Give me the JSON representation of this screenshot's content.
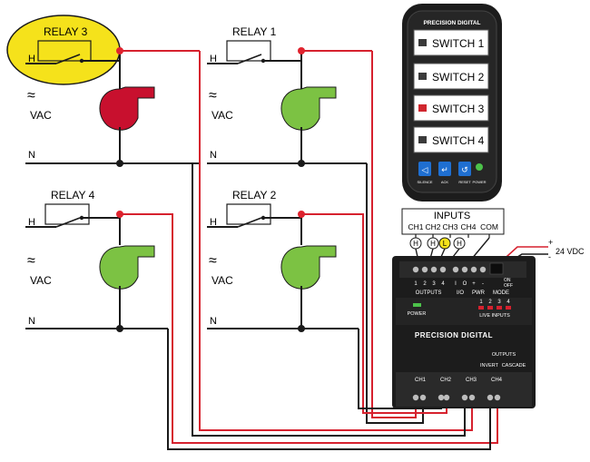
{
  "relays": [
    {
      "name": "RELAY 3",
      "line": "H",
      "neutral": "N",
      "supply": "VAC",
      "fan_color": "#c8102e",
      "highlight": "#f5e21b"
    },
    {
      "name": "RELAY 1",
      "line": "H",
      "neutral": "N",
      "supply": "VAC",
      "fan_color": "#7cc243"
    },
    {
      "name": "RELAY 4",
      "line": "H",
      "neutral": "N",
      "supply": "VAC",
      "fan_color": "#7cc243"
    },
    {
      "name": "RELAY 2",
      "line": "H",
      "neutral": "N",
      "supply": "VAC",
      "fan_color": "#7cc243"
    }
  ],
  "panel": {
    "brand": "PRECISION DIGITAL",
    "switches": [
      {
        "label": "SWITCH 1",
        "led": "#3a3a3a"
      },
      {
        "label": "SWITCH 2",
        "led": "#3a3a3a"
      },
      {
        "label": "SWITCH 3",
        "led": "#d0262e"
      },
      {
        "label": "SWITCH 4",
        "led": "#3a3a3a"
      }
    ],
    "buttons": [
      "SILENCE",
      "ACK",
      "RESET"
    ],
    "power_label": "POWER",
    "power_led": "#4cc24a"
  },
  "inputs": {
    "title": "INPUTS",
    "channels": [
      "CH1",
      "CH2",
      "CH3",
      "CH4",
      "COM"
    ],
    "states": [
      "H",
      "H",
      "L",
      "H"
    ]
  },
  "supply": {
    "plus": "+",
    "minus": "-",
    "label": "24 VDC"
  },
  "module": {
    "terminals_top": [
      "1",
      "2",
      "3",
      "4",
      "I",
      "O",
      "+",
      "-"
    ],
    "labels": {
      "outputs": "OUTPUTS",
      "io": "I/O",
      "pwr": "PWR",
      "mode": "MODE",
      "on": "ON",
      "off": "OFF"
    },
    "power": "POWER",
    "live_inputs": "LIVE INPUTS",
    "live_numbers": [
      "1",
      "2",
      "3",
      "4"
    ],
    "brand": "PRECISION DIGITAL",
    "outputs": "OUTPUTS",
    "invert": "INVERT",
    "cascade": "CASCADE",
    "channels": [
      "CH1",
      "CH2",
      "CH3",
      "CH4"
    ]
  },
  "colors": {
    "wire_red": "#d6212e",
    "wire_black": "#1a1a1a",
    "node_red": "#e0232e",
    "panel_dark": "#1c1c1c"
  }
}
